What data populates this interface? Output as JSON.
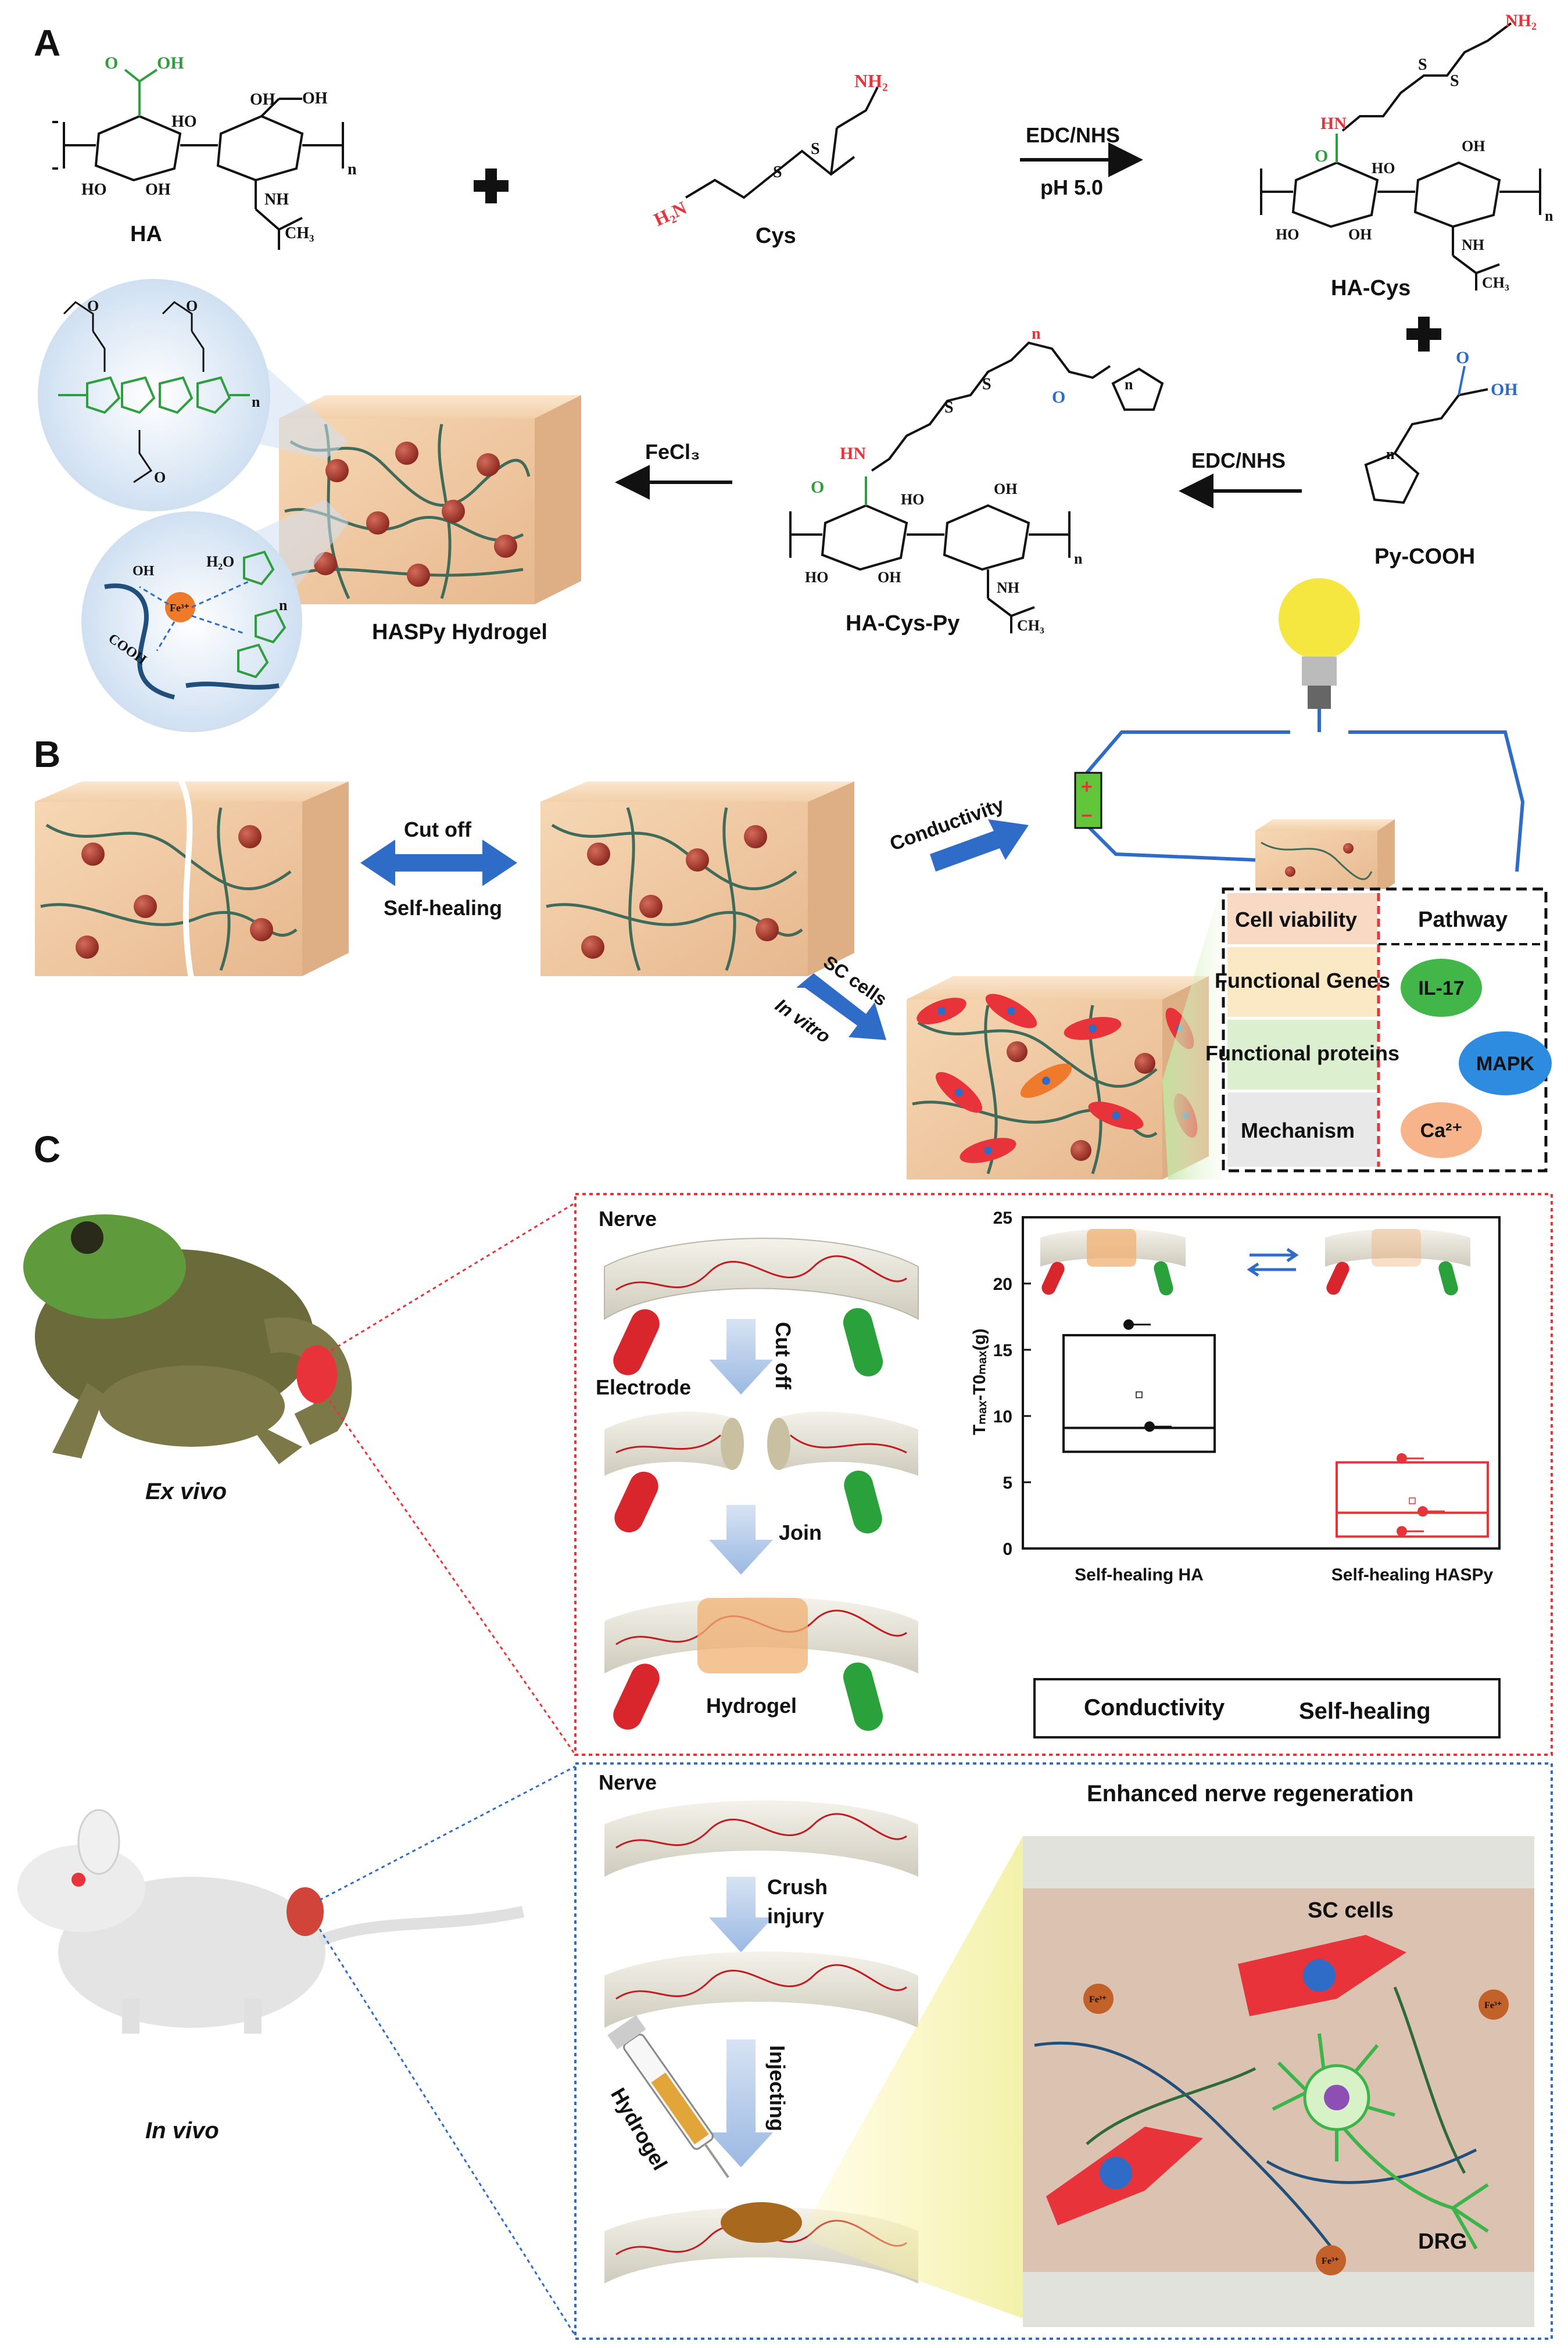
{
  "panels": {
    "a": "A",
    "b": "B",
    "c": "C"
  },
  "panel_a": {
    "ha": "HA",
    "cys": "Cys",
    "ha_cys": "HA-Cys",
    "ha_cys_py": "HA-Cys-Py",
    "py_cooh": "Py-COOH",
    "haspy_hydrogel": "HASPy Hydrogel",
    "edc_nhs_1": "EDC/NHS",
    "ph": "pH  5.0",
    "edc_nhs_2": "EDC/NHS",
    "fecl3": "FeCl₃",
    "oh": "OH",
    "ho": "HO",
    "nh": "NH",
    "nh2": "NH₂",
    "h2n": "H₂N",
    "hn": "HN",
    "ch3": "CH₃",
    "o": "O",
    "s": "S",
    "n": "n",
    "h2o": "H₂O",
    "fe3": "Fe³⁺",
    "cooh": "COOH",
    "ooh": "OOH"
  },
  "panel_b": {
    "cut_off": "Cut off",
    "self_healing": "Self-healing",
    "conductivity": "Conductivity",
    "sc_cells": "SC cells",
    "in_vitro": "In vitro",
    "table_left": [
      "Cell viability",
      "Functional Genes",
      "Functional proteins",
      "Mechanism"
    ],
    "table_pathway": "Pathway",
    "pathways": [
      "IL-17",
      "MAPK",
      "Ca²⁺"
    ],
    "plus": "+",
    "minus": "−"
  },
  "panel_c": {
    "ex_vivo": "Ex vivo",
    "in_vivo": "In vivo",
    "nerve_1": "Nerve",
    "cut_off": "Cut off",
    "electrode": "Electrode",
    "join": "Join",
    "hydrogel_1": "Hydrogel",
    "legend_conductivity": "Conductivity",
    "legend_self_healing": "Self-healing",
    "nerve_2": "Nerve",
    "crush_injury_1": "Crush",
    "crush_injury_2": "injury",
    "injecting": "Injecting",
    "hydrogel_2": "Hydrogel",
    "enhanced": "Enhanced nerve regeneration",
    "sc_cells": "SC cells",
    "drg": "DRG",
    "fe3": "Fe³⁺"
  },
  "chart_data": {
    "type": "box",
    "ylabel": "Tₘₐₓ-T0ₘₐₓ(g)",
    "ylim": [
      0,
      25
    ],
    "yticks": [
      0,
      5,
      10,
      15,
      20,
      25
    ],
    "categories": [
      "Self-healing HA",
      "Self-healing HASPy"
    ],
    "boxes": [
      {
        "name": "Self-healing HA",
        "color": "#111111",
        "q1": 7.3,
        "median": 9.1,
        "q3": 16.1,
        "mean": 11.6,
        "points": [
          16.9,
          9.2
        ]
      },
      {
        "name": "Self-healing HASPy",
        "color": "#e8333a",
        "q1": 0.9,
        "median": 2.7,
        "q3": 6.5,
        "mean": 3.6,
        "points": [
          6.8,
          2.8,
          1.3
        ]
      }
    ],
    "reference_line": 0,
    "ytick_labels": [
      "0",
      "5",
      "10",
      "15",
      "20",
      "25"
    ]
  },
  "colors": {
    "green": "#2f9e3f",
    "red": "#e8333a",
    "blue": "#2e6cc7",
    "hydrogel": "#f0c8a0",
    "nerve": "#e9e6dc",
    "brown_bg": "#dcc2b0"
  }
}
